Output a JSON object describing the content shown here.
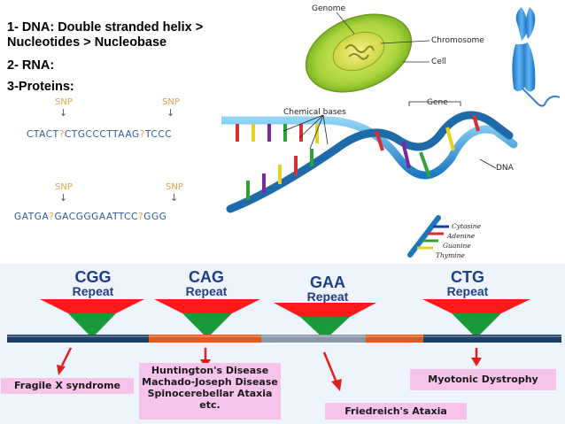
{
  "intro": {
    "line1": "1- DNA: Double stranded helix >",
    "line2": "Nucleotides > Nucleobase",
    "line3": "2- RNA:",
    "line4": "3-Proteins:"
  },
  "snp": {
    "label": "SNP",
    "seq1": {
      "a": "CTACT",
      "b": "CTGCCCTTAAG",
      "c": "TCCC"
    },
    "seq2": {
      "a": "GATGA",
      "b": "GACGGGAATTCC",
      "c": "GGG"
    },
    "marker": "?"
  },
  "cell_labels": {
    "genome": "Genome",
    "chromosome": "Chromosome",
    "cell": "Cell"
  },
  "dna_labels": {
    "chemical_bases": "Chemical bases",
    "gene": "Gene",
    "dna": "DNA"
  },
  "base_key": [
    "Cytosine",
    "Adenine",
    "Guanine",
    "Thymine"
  ],
  "repeats": [
    {
      "code": "CGG",
      "label": "Repeat"
    },
    {
      "code": "CAG",
      "label": "Repeat"
    },
    {
      "code": "GAA",
      "label": "Repeat"
    },
    {
      "code": "CTG",
      "label": "Repeat"
    }
  ],
  "diseases": {
    "cgg": "Fragile X syndrome",
    "cag": [
      "Huntington's Disease",
      "Machado-Joseph Disease",
      "Spinocerebellar Ataxia",
      "etc."
    ],
    "gaa": "Friedreich's Ataxia",
    "ctg": "Myotonic Dystrophy"
  },
  "colors": {
    "triangle_red": "#ff1a1a",
    "triangle_green": "#1a9a3a",
    "bar_blue": "#1e3f66",
    "bar_orange": "#e05a1a",
    "box_pink": "#f6c4ea",
    "title_blue": "#1d3f8a",
    "snp_orange": "#e0a24a",
    "seq_blue": "#2a5b9e"
  }
}
